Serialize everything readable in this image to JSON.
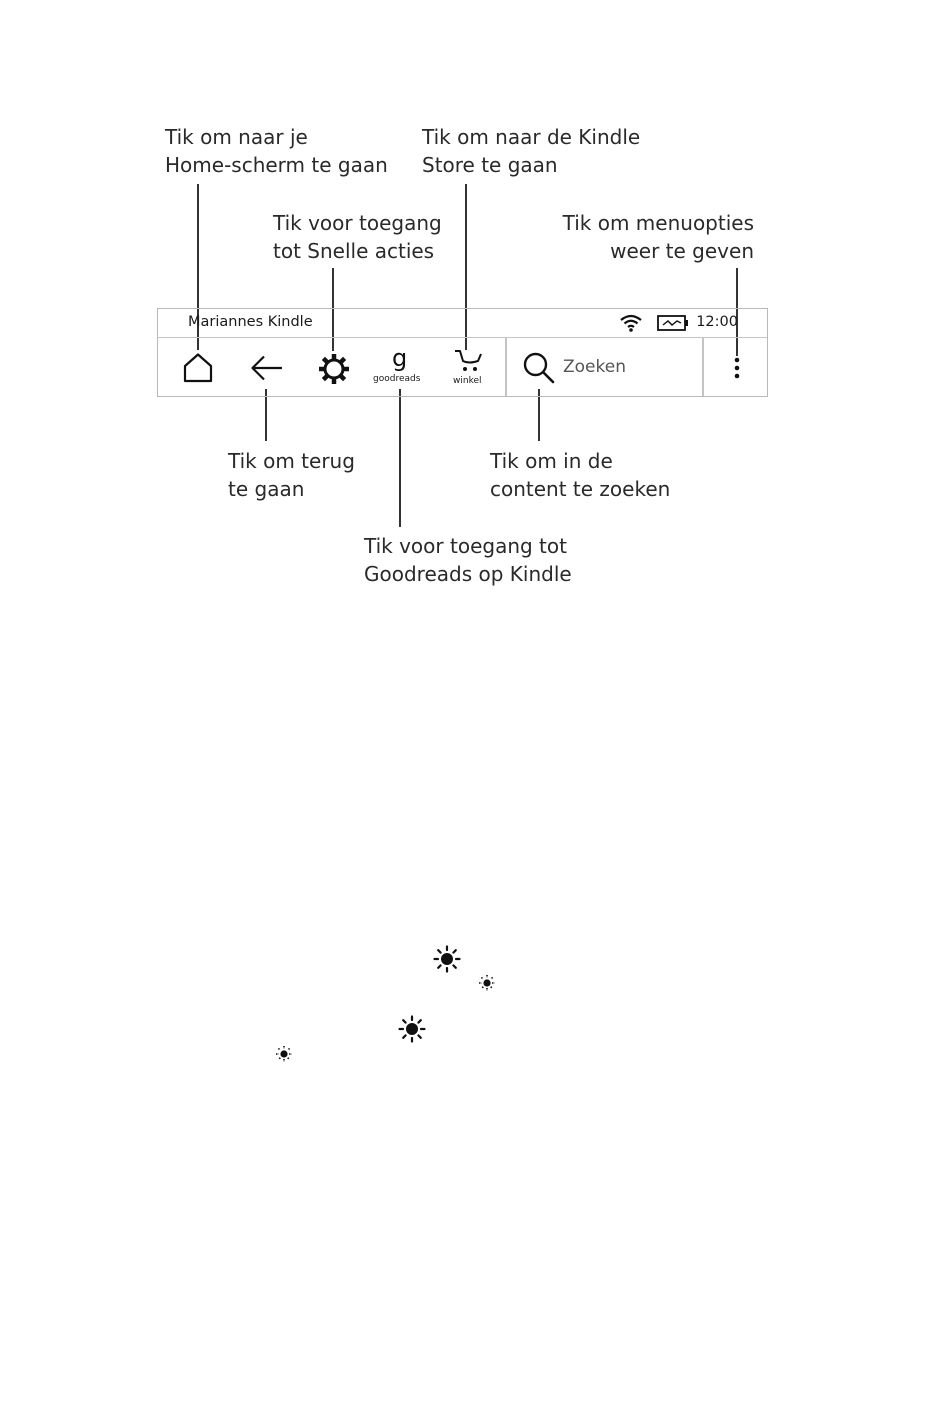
{
  "callouts": {
    "home": [
      "Tik om naar je",
      "Home-scherm te gaan"
    ],
    "store": [
      "Tik om naar de Kindle",
      "Store te gaan"
    ],
    "quick_actions": [
      "Tik voor toegang",
      "tot Snelle acties"
    ],
    "menu": [
      "Tik om menuopties",
      "weer te geven"
    ],
    "back": [
      "Tik om terug",
      "te gaan"
    ],
    "search": [
      "Tik om in de",
      "content te zoeken"
    ],
    "goodreads": [
      "Tik voor toegang tot",
      "Goodreads op Kindle"
    ]
  },
  "toolbar": {
    "device_name": "Mariannes Kindle",
    "time": "12:00",
    "goodreads_letter": "g",
    "goodreads_caption": "goodreads",
    "store_caption": "winkel",
    "search_placeholder": "Zoeken",
    "icons": {
      "wifi": "wifi-icon",
      "battery": "battery-icon",
      "home": "home-icon",
      "back": "back-arrow-icon",
      "quick_actions": "gear-icon",
      "store": "cart-icon",
      "search": "magnifier-icon",
      "menu": "menu-dots-icon"
    }
  },
  "brightness_symbols": [
    "sun-large-icon",
    "sun-small-icon",
    "sun-large-icon",
    "sun-small-icon"
  ]
}
